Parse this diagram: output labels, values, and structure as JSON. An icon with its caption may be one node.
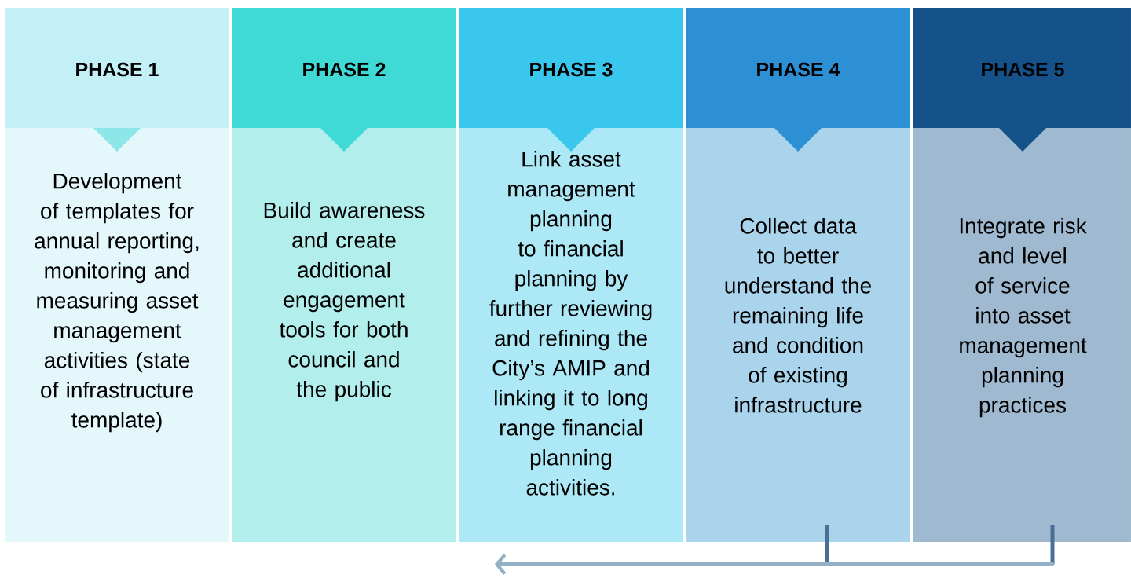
{
  "diagram": {
    "nodes": [
      {
        "text": [
          "PHASE 1",
          "Development of templates for annual reporting, monitoring and measuring asset management activities (state of infrastructure template)"
        ]
      },
      {
        "text": [
          "PHASE 2",
          "Build awareness and create additional engagement tools for both council and the public"
        ]
      },
      {
        "text": [
          "PHASE 3",
          "Link asset management planning to financial planning by further reviewing and refining the City’s AMIP and linking it to long range financial planning activities."
        ]
      },
      {
        "text": [
          "PHASE 4",
          "Collect data to better understand the remaining life and condition of existing infrastructure"
        ]
      },
      {
        "text": [
          "PHASE 5",
          "Integrate risk and level of service into asset management planning practices"
        ]
      }
    ],
    "edges": [
      {
        "from": 3,
        "to": 2,
        "arrow": "to"
      },
      {
        "from": 4,
        "to": 2,
        "arrow": "to"
      }
    ]
  }
}
